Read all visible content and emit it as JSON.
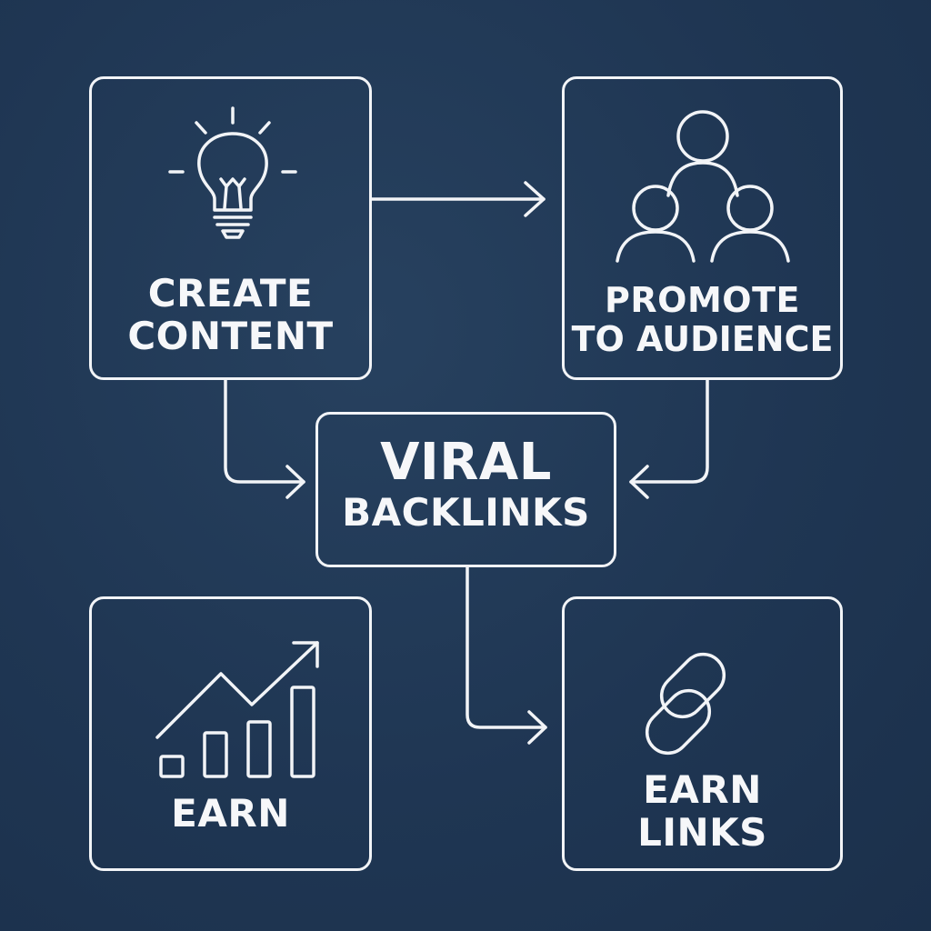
{
  "diagram": {
    "nodes": {
      "create_content": {
        "line1": "CREATE",
        "line2": "CONTENT",
        "icon": "lightbulb-icon"
      },
      "promote": {
        "line1": "PROMOTE",
        "line2": "TO AUDIENCE",
        "icon": "people-group-icon"
      },
      "viral": {
        "line1": "VIRAL",
        "line2": "BACKLINKS"
      },
      "earn": {
        "line1": "EARN",
        "icon": "growth-chart-icon"
      },
      "earn_links": {
        "line1": "EARN",
        "line2": "LINKS",
        "icon": "chain-link-icon"
      }
    },
    "edges": [
      {
        "from": "create_content",
        "to": "promote"
      },
      {
        "from": "create_content",
        "to": "viral"
      },
      {
        "from": "promote",
        "to": "viral"
      },
      {
        "from": "viral",
        "to": "earn_links"
      }
    ],
    "colors": {
      "background": "#1f3653",
      "stroke": "#f2f4f7"
    }
  }
}
